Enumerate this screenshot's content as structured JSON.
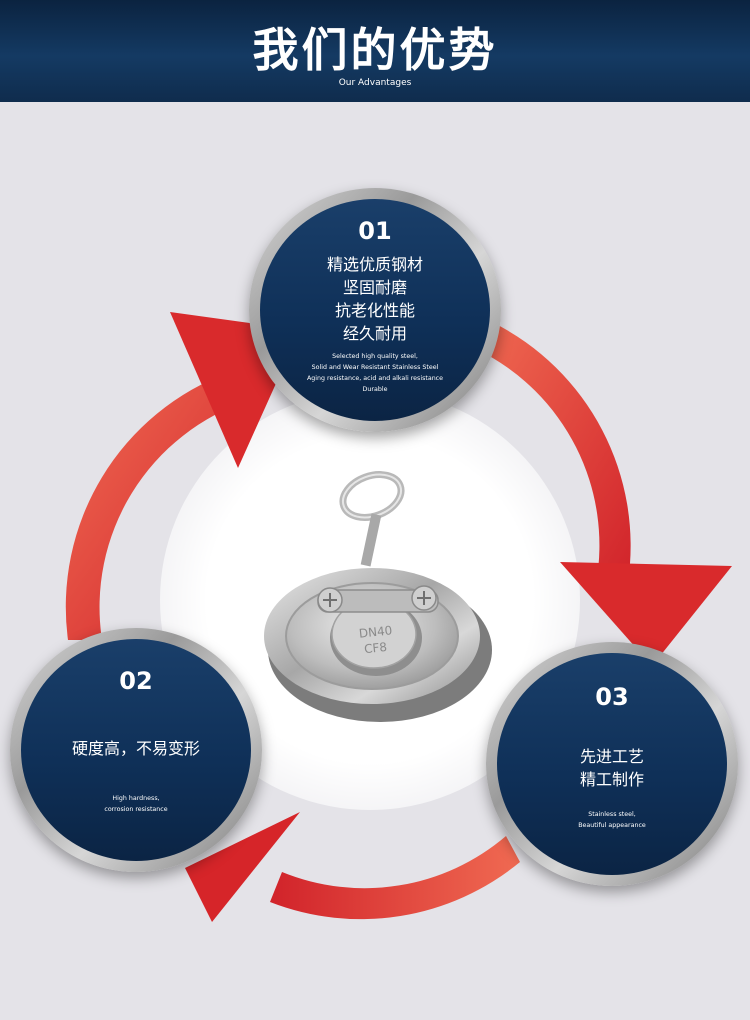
{
  "header": {
    "title": "我们的优势",
    "subtitle": "Our Advantages"
  },
  "advantages": [
    {
      "number": "01",
      "title_lines": [
        "精选优质钢材",
        "坚固耐磨",
        "抗老化性能",
        "经久耐用"
      ],
      "desc_lines": [
        "Selected high quality steel,",
        "Solid and Wear Resistant Stainless Steel",
        "Aging resistance, acid and alkali resistance",
        "Durable"
      ]
    },
    {
      "number": "02",
      "title_lines": [
        "硬度高，不易变形"
      ],
      "desc_lines": [
        "High hardness,",
        "corrosion resistance"
      ]
    },
    {
      "number": "03",
      "title_lines": [
        "先进工艺",
        "精工制作"
      ],
      "desc_lines": [
        "Stainless steel,",
        "Beautiful appearance"
      ]
    }
  ],
  "product": {
    "marking_line1": "DN40",
    "marking_line2": "CF8"
  },
  "colors": {
    "header_bg": "#0f2c4d",
    "arrow_red": "#e2312e",
    "circle_blue": "#0f3058"
  }
}
